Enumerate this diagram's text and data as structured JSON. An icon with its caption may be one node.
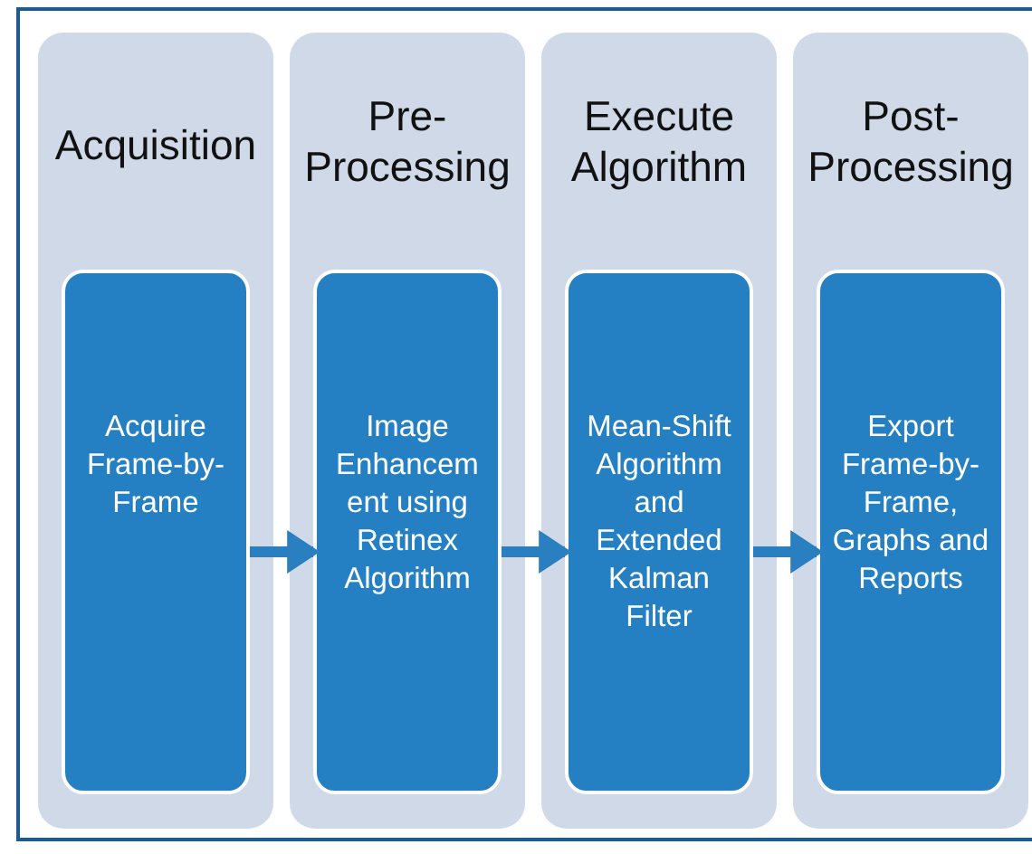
{
  "diagram": {
    "nodes": [
      {
        "text": [
          "Acquisition"
        ]
      },
      {
        "text": [
          "Acquire Frame-by-Frame"
        ],
        "in": 0
      },
      {
        "text": [
          "Pre-Processing"
        ]
      },
      {
        "text": [
          "Image Enhancem ent using Retinex Algorithm"
        ],
        "in": 2
      },
      {
        "text": [
          "Execute Algorithm"
        ]
      },
      {
        "text": [
          "Mean-Shift Algorithm and Extended Kalman Filter"
        ],
        "in": 4
      },
      {
        "text": [
          "Post-Processing"
        ]
      },
      {
        "text": [
          "Export Frame-by-Frame, Graphs and Reports"
        ],
        "in": 6
      }
    ],
    "edges": [
      {
        "from": 1,
        "to": 3,
        "arrow": "to"
      },
      {
        "from": 3,
        "to": 5,
        "arrow": "to"
      },
      {
        "from": 5,
        "to": 7,
        "arrow": "to"
      }
    ]
  }
}
